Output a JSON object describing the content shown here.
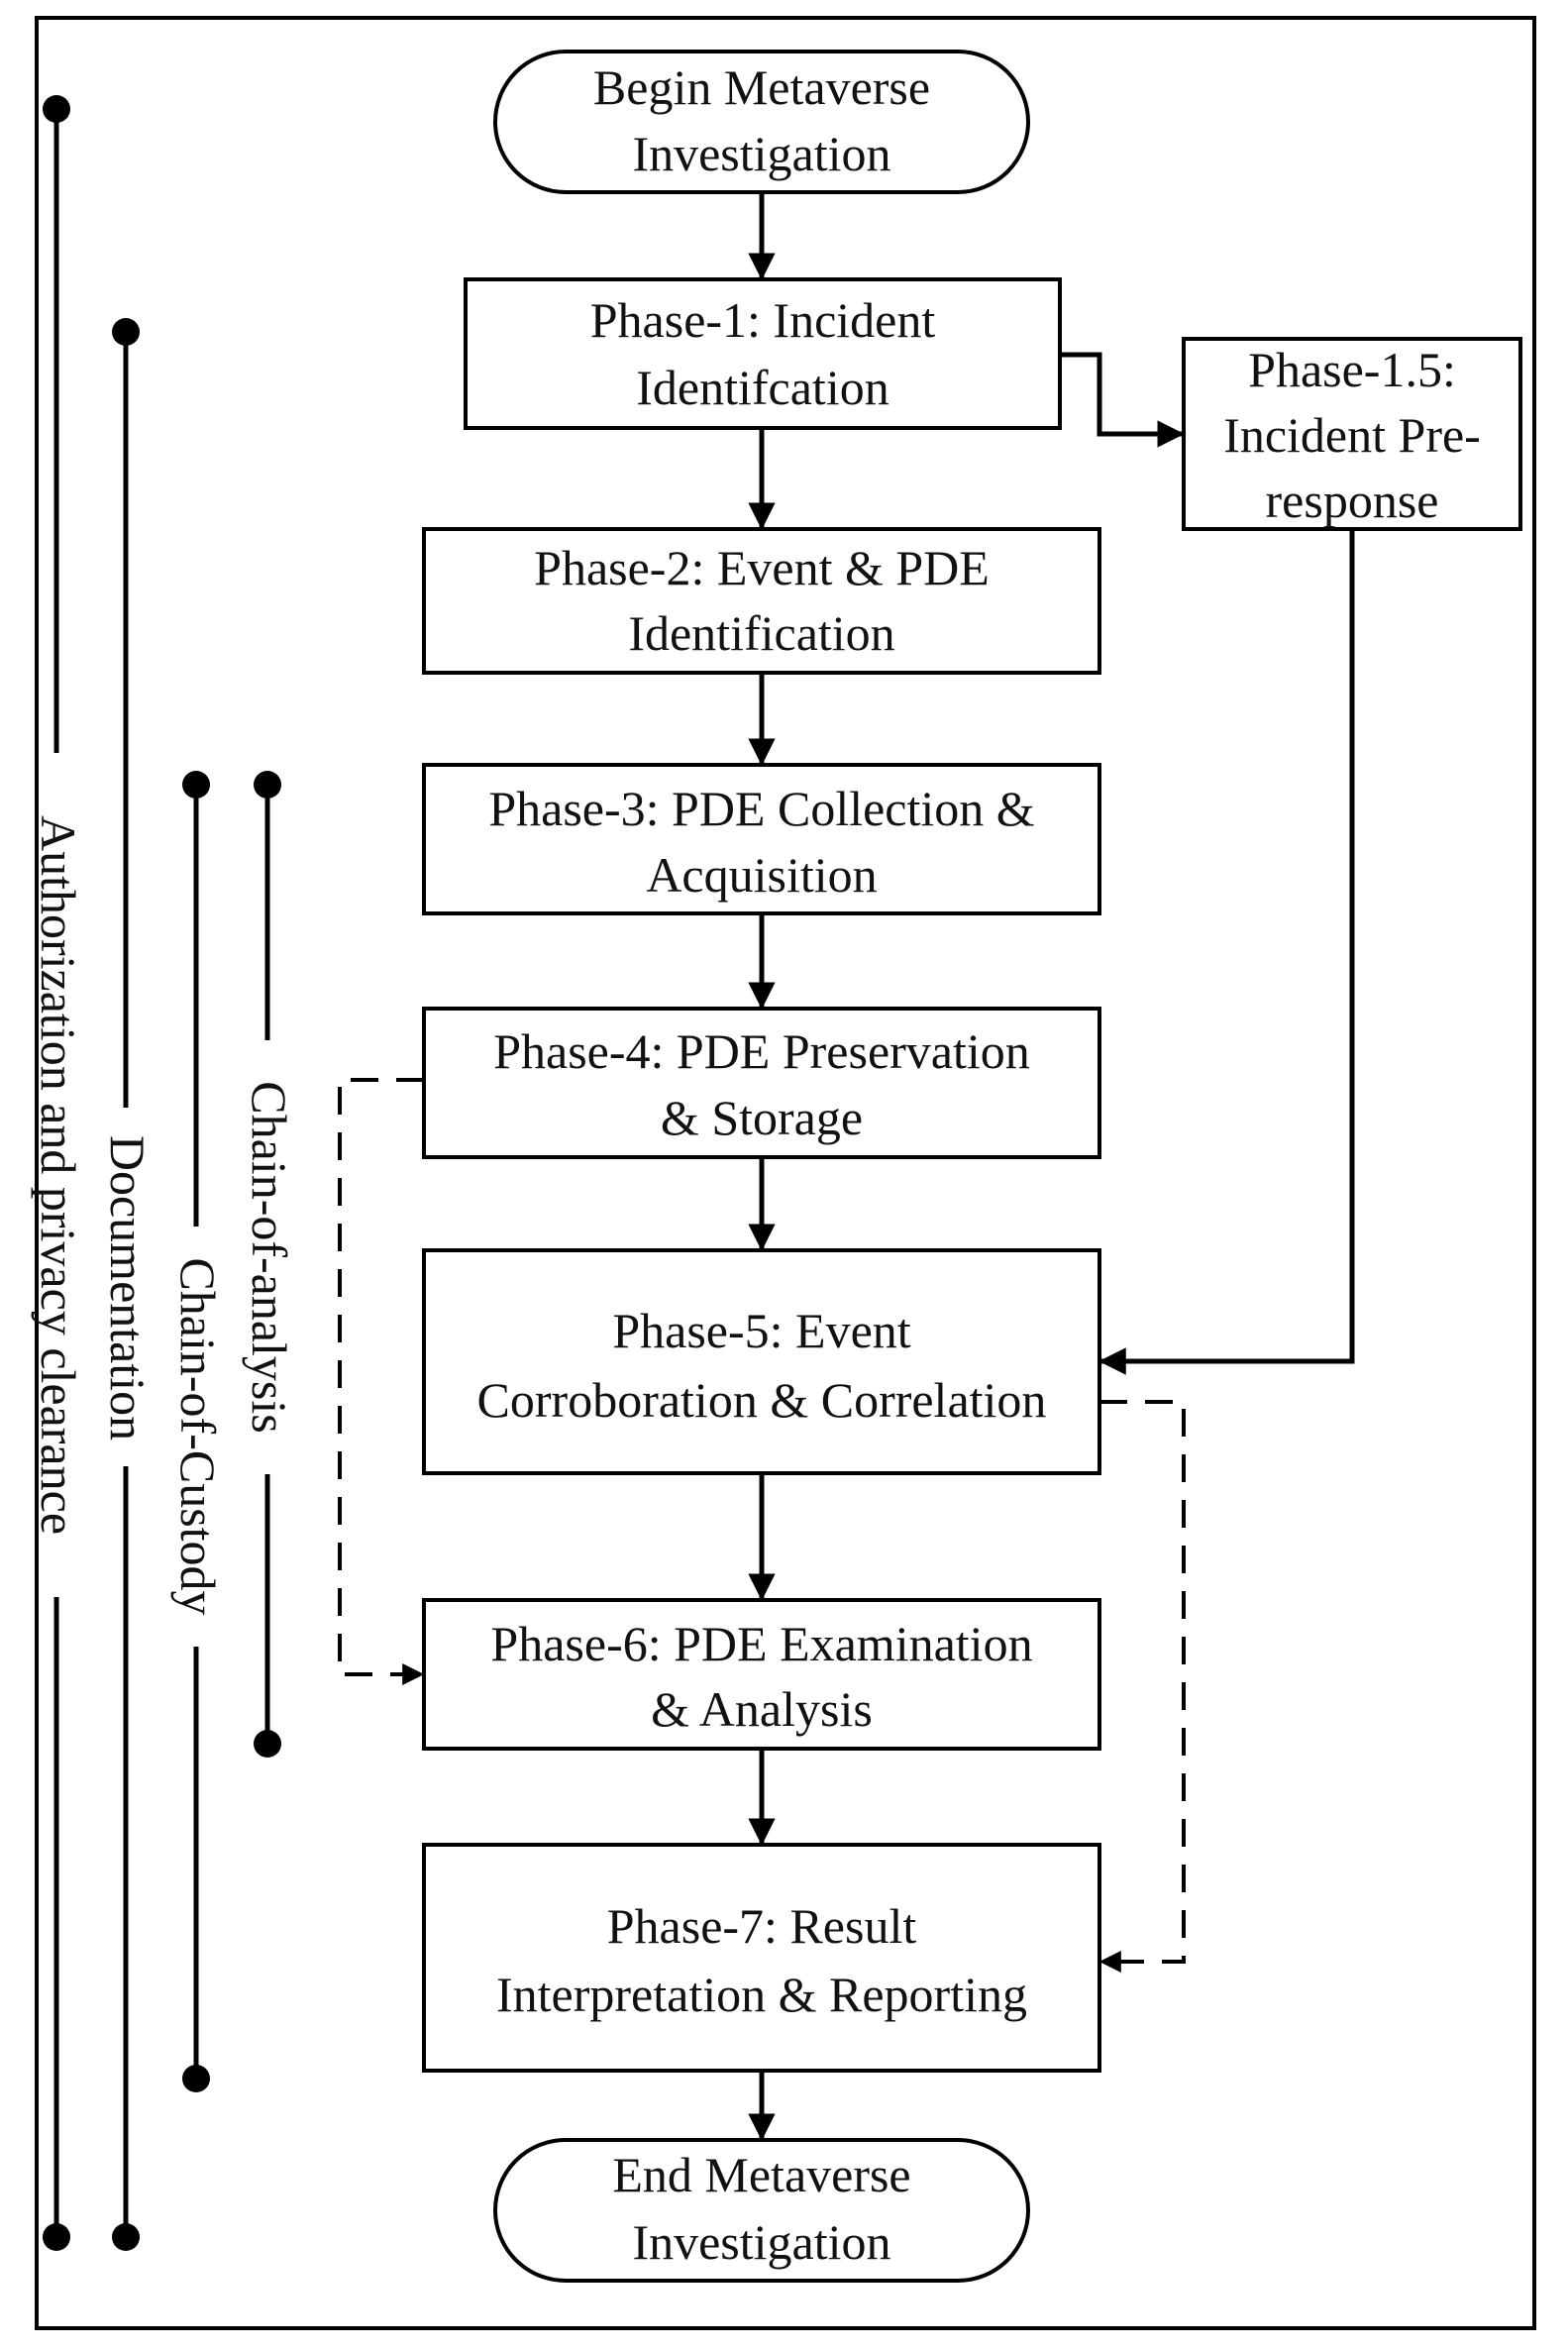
{
  "nodes": {
    "begin": {
      "lines": [
        "Begin Metaverse",
        "Investigation"
      ]
    },
    "phase1": {
      "lines": [
        "Phase-1: Incident",
        "Identifcation"
      ]
    },
    "phase1_5": {
      "lines": [
        "Phase-1.5:",
        "Incident Pre-",
        "response"
      ]
    },
    "phase2": {
      "lines": [
        "Phase-2: Event & PDE",
        "Identification"
      ]
    },
    "phase3": {
      "lines": [
        "Phase-3: PDE Collection &",
        "Acquisition"
      ]
    },
    "phase4": {
      "lines": [
        "Phase-4: PDE Preservation",
        "& Storage"
      ]
    },
    "phase5": {
      "lines": [
        "Phase-5: Event",
        "Corroboration & Correlation"
      ]
    },
    "phase6": {
      "lines": [
        "Phase-6: PDE Examination",
        "& Analysis"
      ]
    },
    "phase7": {
      "lines": [
        "Phase-7: Result",
        "Interpretation & Reporting"
      ]
    },
    "end": {
      "lines": [
        "End Metaverse",
        "Investigation"
      ]
    }
  },
  "rails": {
    "authorization": "Authorization and privacy clearance",
    "documentation": "Documentation",
    "custody": "Chain-of-Custody",
    "analysis": "Chain-of-analysis"
  }
}
